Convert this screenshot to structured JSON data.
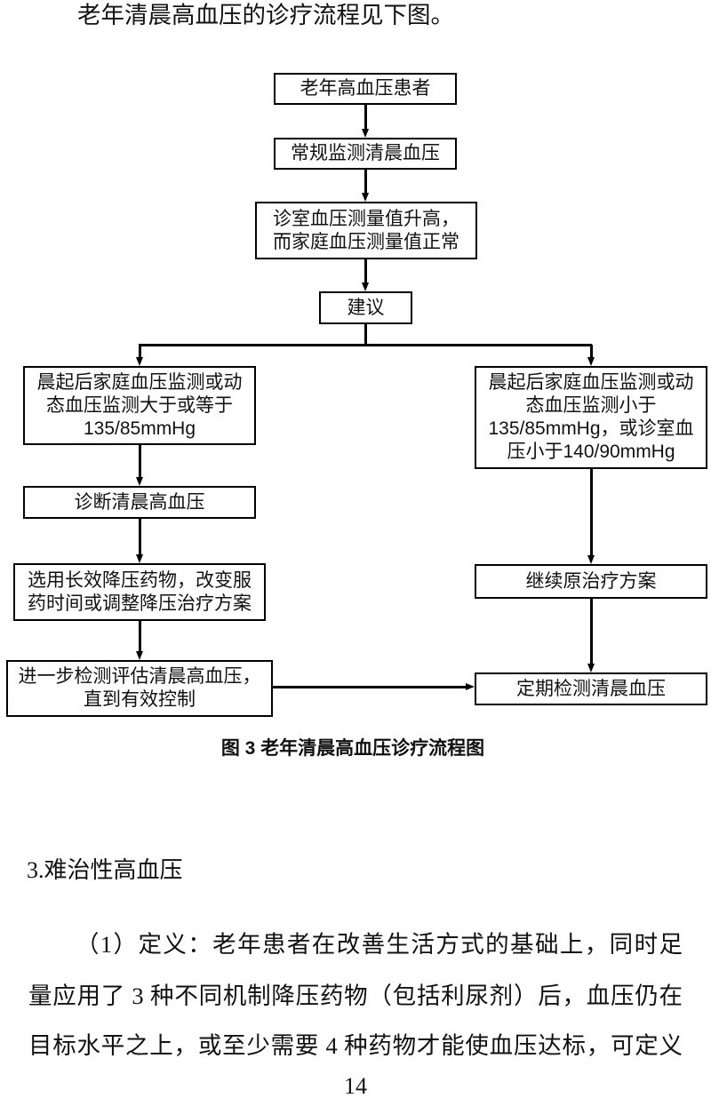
{
  "intro_text": "老年清晨高血压的诊疗流程见下图。",
  "flowchart": {
    "nodes": {
      "elderly_patient": {
        "lines": [
          "老年高血压患者"
        ]
      },
      "routine_monitoring": {
        "lines": [
          "常规监测清晨血压"
        ]
      },
      "office_elevated": {
        "lines": [
          "诊室血压测量值升高，",
          "而家庭血压测量值正常"
        ]
      },
      "recommend": {
        "lines": [
          "建议"
        ]
      },
      "high_branch": {
        "lines": [
          "晨起后家庭血压监测或动",
          "态血压监测大于或等于",
          "135/85mmHg"
        ]
      },
      "low_branch": {
        "lines": [
          "晨起后家庭血压监测或动",
          "态血压监测小于",
          "135/85mmHg，或诊室血",
          "压小于140/90mmHg"
        ]
      },
      "diagnose": {
        "lines": [
          "诊断清晨高血压"
        ]
      },
      "adjust_treatment": {
        "lines": [
          "选用长效降压药物，改变服",
          "药时间或调整降压治疗方案"
        ]
      },
      "further_eval": {
        "lines": [
          "进一步检测评估清晨高血压，",
          "直到有效控制"
        ]
      },
      "continue_treatment": {
        "lines": [
          "继续原治疗方案"
        ]
      },
      "periodic_monitoring": {
        "lines": [
          "定期检测清晨血压"
        ]
      }
    },
    "edges": [
      [
        "elderly_patient",
        "routine_monitoring"
      ],
      [
        "routine_monitoring",
        "office_elevated"
      ],
      [
        "office_elevated",
        "recommend"
      ],
      [
        "recommend",
        "high_branch"
      ],
      [
        "recommend",
        "low_branch"
      ],
      [
        "high_branch",
        "diagnose"
      ],
      [
        "diagnose",
        "adjust_treatment"
      ],
      [
        "adjust_treatment",
        "further_eval"
      ],
      [
        "further_eval",
        "periodic_monitoring"
      ],
      [
        "low_branch",
        "continue_treatment"
      ],
      [
        "continue_treatment",
        "periodic_monitoring"
      ]
    ]
  },
  "caption": "图 3 老年清晨高血压诊疗流程图",
  "section_heading": "3.难治性高血压",
  "paragraph_lines": [
    "（1）定义：老年患者在改善生活方式的基础上，同时足",
    "量应用了 3 种不同机制降压药物（包括利尿剂）后，血压仍在",
    "目标水平之上，或至少需要 4 种药物才能使血压达标，可定义"
  ],
  "page_number": "14"
}
